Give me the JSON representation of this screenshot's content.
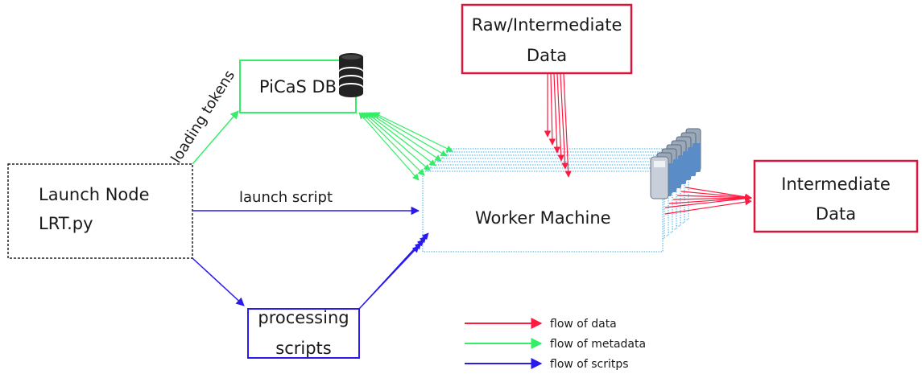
{
  "nodes": {
    "launch": {
      "line1": "Launch Node",
      "line2": "LRT.py"
    },
    "picas": {
      "label": "PiCaS DB"
    },
    "processing": {
      "line1": "processing",
      "line2": "scripts"
    },
    "worker": {
      "label": "Worker Machine"
    },
    "raw": {
      "line1": "Raw/Intermediate",
      "line2": "Data"
    },
    "intermediate": {
      "line1": "Intermediate",
      "line2": "Data"
    }
  },
  "edges": {
    "loading_tokens": "loading tokens",
    "launch_script": "launch script"
  },
  "legend": [
    {
      "label": "flow of data",
      "color": "#ff1a40"
    },
    {
      "label": "flow of metadata",
      "color": "#33ee66"
    },
    {
      "label": "flow of scritps",
      "color": "#2b1aee"
    }
  ],
  "colors": {
    "data": "#ff1a40",
    "metadata": "#33ee66",
    "scripts": "#2b1aee",
    "worker_border": "#3ab0e8",
    "box_red": "#d8163c",
    "launch_border": "#222222"
  }
}
